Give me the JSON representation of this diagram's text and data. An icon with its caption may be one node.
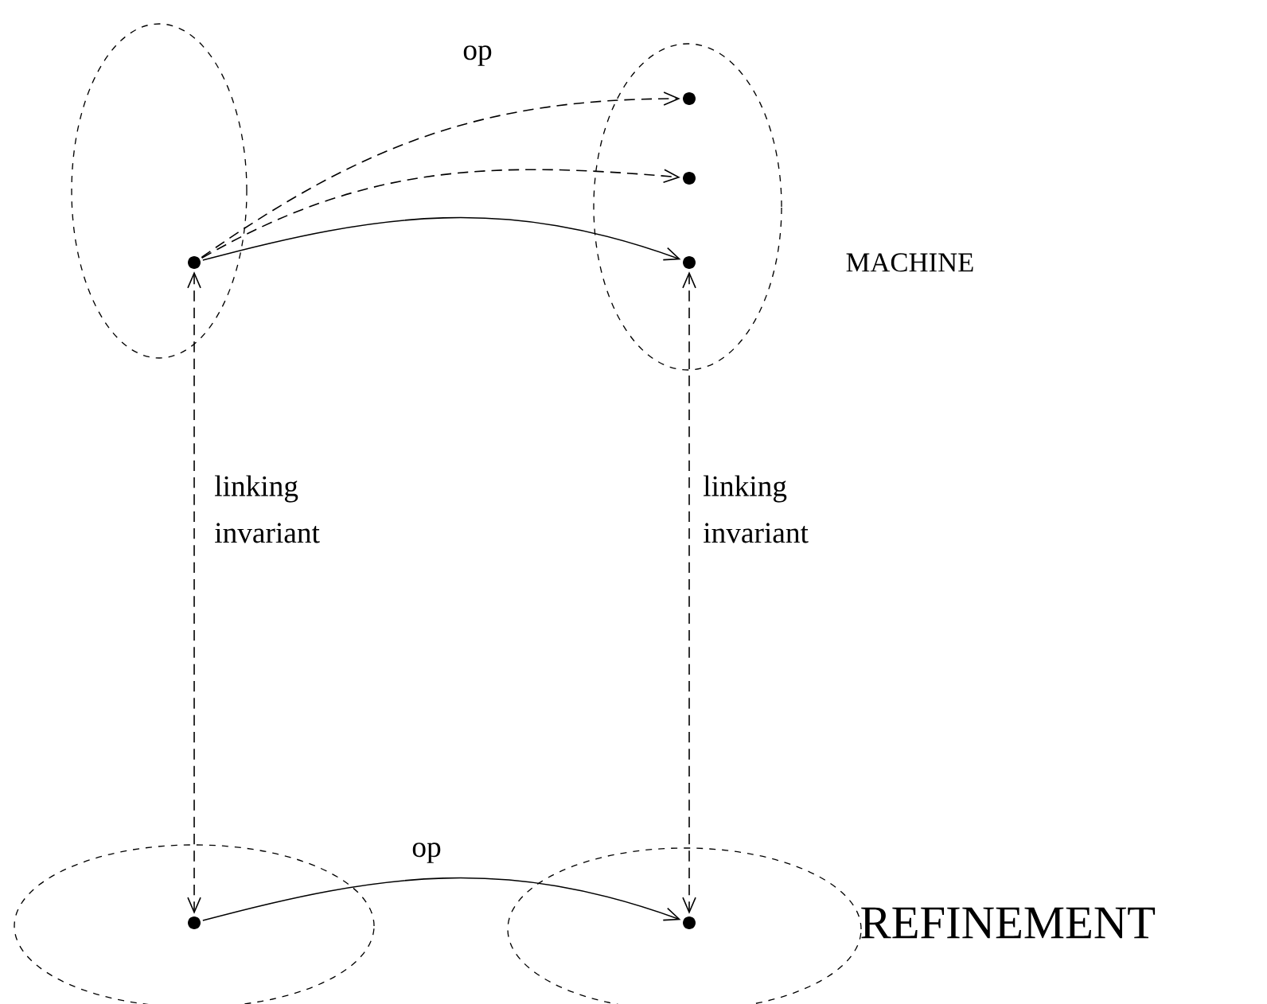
{
  "diagram": {
    "nodes": [
      {
        "text": [],
        "shape": "ellipse"
      },
      {
        "text": [],
        "shape": "circle",
        "in": 0
      },
      {
        "text": [],
        "shape": "ellipse"
      },
      {
        "text": [],
        "shape": "circle",
        "in": 2
      },
      {
        "text": [],
        "shape": "circle",
        "in": 2
      },
      {
        "text": [],
        "shape": "circle",
        "in": 2
      },
      {
        "text": [],
        "shape": "ellipse"
      },
      {
        "text": [],
        "shape": "circle",
        "in": 6
      },
      {
        "text": [],
        "shape": "ellipse"
      },
      {
        "text": [],
        "shape": "circle",
        "in": 8
      }
    ],
    "edges": [
      {
        "from": 1,
        "to": 3,
        "arrow": "to",
        "style": "dashed",
        "label": "op"
      },
      {
        "from": 1,
        "to": 4,
        "arrow": "to",
        "style": "dashed"
      },
      {
        "from": 1,
        "to": 5,
        "arrow": "to"
      },
      {
        "from": 1,
        "to": 7,
        "arrow": "both",
        "style": "dashed",
        "label": "linking invariant"
      },
      {
        "from": 5,
        "to": 9,
        "arrow": "both",
        "style": "dashed",
        "label": "linking invariant"
      },
      {
        "from": 7,
        "to": 9,
        "arrow": "to",
        "label": "op"
      }
    ],
    "labels": [
      "MACHINE",
      "REFINEMENT"
    ]
  }
}
